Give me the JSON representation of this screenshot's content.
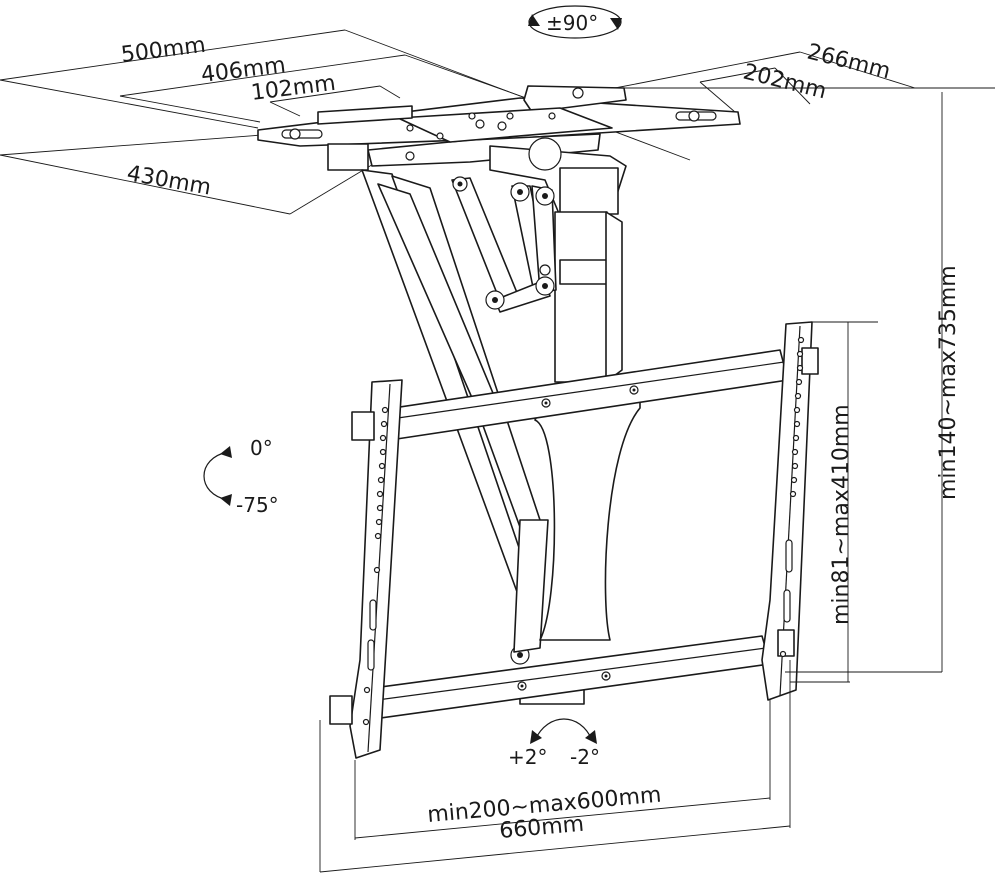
{
  "dimensions": {
    "plate_length": "500mm",
    "plate_hole_spacing": "406mm",
    "plate_inner": "102mm",
    "plate_depth": "430mm",
    "plate_width": "266mm",
    "plate_width_inner": "202mm",
    "height_range": "min140~max735mm",
    "vesa_vertical": "min81~max410mm",
    "vesa_horizontal": "min200~max600mm",
    "overall_width": "660mm"
  },
  "angles": {
    "swivel": "±90°",
    "tilt_top": "0°",
    "tilt_bottom": "-75°",
    "level_plus": "+2°",
    "level_minus": "-2°"
  }
}
